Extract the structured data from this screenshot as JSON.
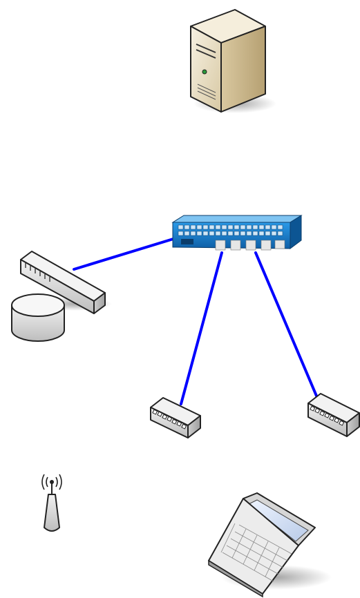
{
  "diagram": {
    "nodes": [
      {
        "id": "server",
        "icon": "tower-server-icon"
      },
      {
        "id": "core-switch",
        "icon": "rack-switch-icon"
      },
      {
        "id": "edge-switch",
        "icon": "network-switch-icon"
      },
      {
        "id": "storage",
        "icon": "storage-disk-icon"
      },
      {
        "id": "hub-left",
        "icon": "hub-icon"
      },
      {
        "id": "hub-right",
        "icon": "hub-icon"
      },
      {
        "id": "wireless-ap",
        "icon": "wireless-access-point-icon"
      },
      {
        "id": "laptop",
        "icon": "laptop-icon"
      }
    ],
    "links": [
      {
        "from": "edge-switch",
        "to": "core-switch",
        "color": "#0000ff"
      },
      {
        "from": "core-switch",
        "to": "hub-left",
        "color": "#0000ff"
      },
      {
        "from": "core-switch",
        "to": "hub-right",
        "color": "#0000ff"
      }
    ]
  },
  "colors": {
    "link": "#0000ff",
    "switch_blue": "#1e88d8",
    "server_beige": "#e8dcc0"
  }
}
